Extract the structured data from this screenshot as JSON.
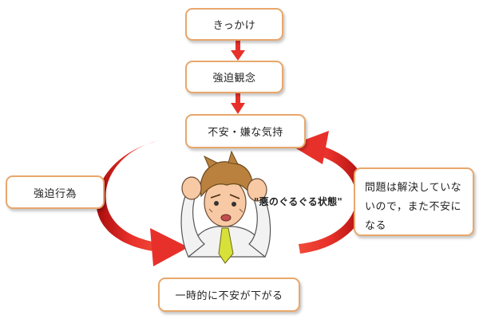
{
  "boxes": {
    "trigger": "きっかけ",
    "obsession": "強迫観念",
    "anxiety": "不安・嫌な気持",
    "compulsion": "強迫行為",
    "unresolved": "問題は解決していないので，また不安になる",
    "relief": "一時的に不安が下がる"
  },
  "state_label": "\"悪のぐるぐる状態\"",
  "colors": {
    "box_border": "#e8a76b",
    "arrow_red": "#e8302a",
    "arrow_dark": "#b01010"
  },
  "icons": {
    "illustration": "worried-man-holding-head"
  }
}
